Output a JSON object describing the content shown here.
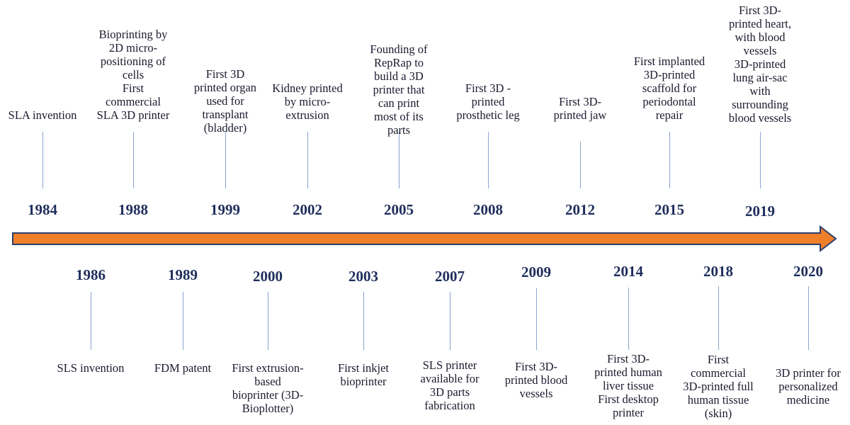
{
  "colors": {
    "arrow_fill": "#f07f2a",
    "arrow_stroke": "#2b3f6b",
    "year_text": "#1f2e5c",
    "tick_line": "#8aa5cf"
  },
  "top_events": [
    {
      "year": "1984",
      "label": "SLA invention"
    },
    {
      "year": "1988",
      "label": "Bioprinting by\n2D micro-\npositioning of\ncells\nFirst\ncommercial\nSLA 3D printer"
    },
    {
      "year": "1999",
      "label": "First 3D\nprinted organ\nused for\ntransplant\n(bladder)"
    },
    {
      "year": "2002",
      "label": "Kidney printed\nby micro-\nextrusion"
    },
    {
      "year": "2005",
      "label": "Founding of\nRepRap to\nbuild a 3D\nprinter that\ncan print\nmost of its\nparts"
    },
    {
      "year": "2008",
      "label": "First 3D -\nprinted\nprosthetic leg"
    },
    {
      "year": "2012",
      "label": "First 3D-\nprinted jaw"
    },
    {
      "year": "2015",
      "label": "First implanted\n3D-printed\nscaffold for\nperiodontal\nrepair"
    },
    {
      "year": "2019",
      "label": "First 3D-\nprinted heart,\nwith blood\nvessels\n3D-printed\nlung air-sac\nwith\nsurrounding\nblood vessels"
    }
  ],
  "bottom_events": [
    {
      "year": "1986",
      "label": "SLS invention"
    },
    {
      "year": "1989",
      "label": "FDM patent"
    },
    {
      "year": "2000",
      "label": "First extrusion-\nbased\nbioprinter (3D-\nBioplotter)"
    },
    {
      "year": "2003",
      "label": "First inkjet\nbioprinter"
    },
    {
      "year": "2007",
      "label": "SLS printer\navailable for\n3D parts\nfabrication"
    },
    {
      "year": "2009",
      "label": "First 3D-\nprinted blood\nvessels"
    },
    {
      "year": "2014",
      "label": "First 3D-\nprinted human\nliver tissue\nFirst desktop\nprinter"
    },
    {
      "year": "2018",
      "label": "First\ncommercial\n3D-printed full\nhuman tissue\n(skin)"
    },
    {
      "year": "2020",
      "label": "3D printer for\npersonalized\nmedicine"
    }
  ]
}
